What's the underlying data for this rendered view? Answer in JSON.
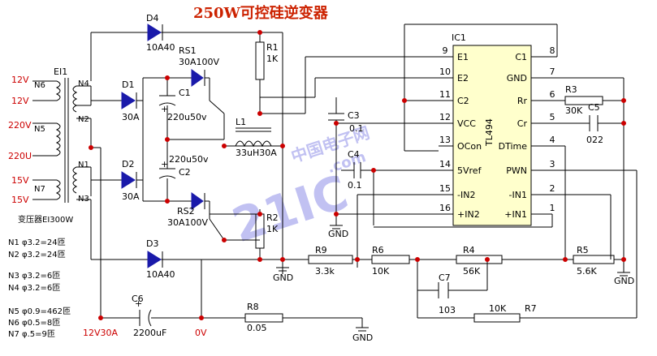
{
  "title": "250W可控硅逆变器",
  "watermark": {
    "big": "21IC",
    "small": "中国电子网",
    "suffix": ".com"
  },
  "transformer": {
    "name": "EI1",
    "label": "变压器EI300W",
    "pins": [
      "N6",
      "N5",
      "N7",
      "N4",
      "N2",
      "N1",
      "N3"
    ],
    "voltages": [
      "12V",
      "12V",
      "220V",
      "220U",
      "15V",
      "15V"
    ]
  },
  "windings": [
    "N1  φ3.2=24匝",
    "N2  φ3.2=24匝",
    "N3  φ3.2=6匝",
    "N4  φ3.2=6匝",
    "N5  φ0.9=462匝",
    "N6  φ0.5=8匝",
    "N7  φ.5=9匝"
  ],
  "parts": {
    "D4": "D4",
    "D4v": "10A40",
    "D1": "D1",
    "D1v": "30A",
    "D2": "D2",
    "D2v": "30A",
    "D3": "D3",
    "D3v": "10A40",
    "RS1": "RS1",
    "RS1v": "30A100V",
    "RS2": "RS2",
    "RS2v": "30A100V",
    "C1": "C1",
    "C1v": "220u50v",
    "C2": "C2",
    "C2v": "220u50v",
    "L1": "L1",
    "L1v": "33uH30A",
    "R1": "R1",
    "R1v": "1K",
    "R2": "R2",
    "R2v": "1K",
    "C3": "C3",
    "C3v": "0.1",
    "C4": "C4",
    "C4v": "0.1",
    "R3": "R3",
    "R3v": "30K",
    "C5": "C5",
    "C5v": "022",
    "R9": "R9",
    "R9v": "3.3k",
    "R6": "R6",
    "R6v": "10K",
    "R4": "R4",
    "R4v": "56K",
    "R5": "R5",
    "R5v": "5.6K",
    "C7": "C7",
    "C7v": "103",
    "R7": "R7",
    "R7v": "10K",
    "C6": "C6",
    "C6v": "2200uF",
    "R8": "R8",
    "R8v": "0.05"
  },
  "ic": {
    "name": "IC1",
    "part": "TL494",
    "left_pins": [
      {
        "num": "9",
        "name": "E1"
      },
      {
        "num": "10",
        "name": "E2"
      },
      {
        "num": "11",
        "name": "C2"
      },
      {
        "num": "12",
        "name": "VCC"
      },
      {
        "num": "13",
        "name": "OCon"
      },
      {
        "num": "14",
        "name": "5Vref"
      },
      {
        "num": "15",
        "name": "-IN2"
      },
      {
        "num": "16",
        "name": "+IN2"
      }
    ],
    "right_pins": [
      {
        "num": "8",
        "name": "C1"
      },
      {
        "num": "7",
        "name": "GND"
      },
      {
        "num": "6",
        "name": "Rr"
      },
      {
        "num": "5",
        "name": "Cr"
      },
      {
        "num": "4",
        "name": "DTime"
      },
      {
        "num": "3",
        "name": "PWN"
      },
      {
        "num": "2",
        "name": "-IN1"
      },
      {
        "num": "1",
        "name": "+IN1"
      }
    ]
  },
  "nets": {
    "gnd": "GND",
    "zero": "0V",
    "supply": "12V30A",
    "plus": "+"
  }
}
